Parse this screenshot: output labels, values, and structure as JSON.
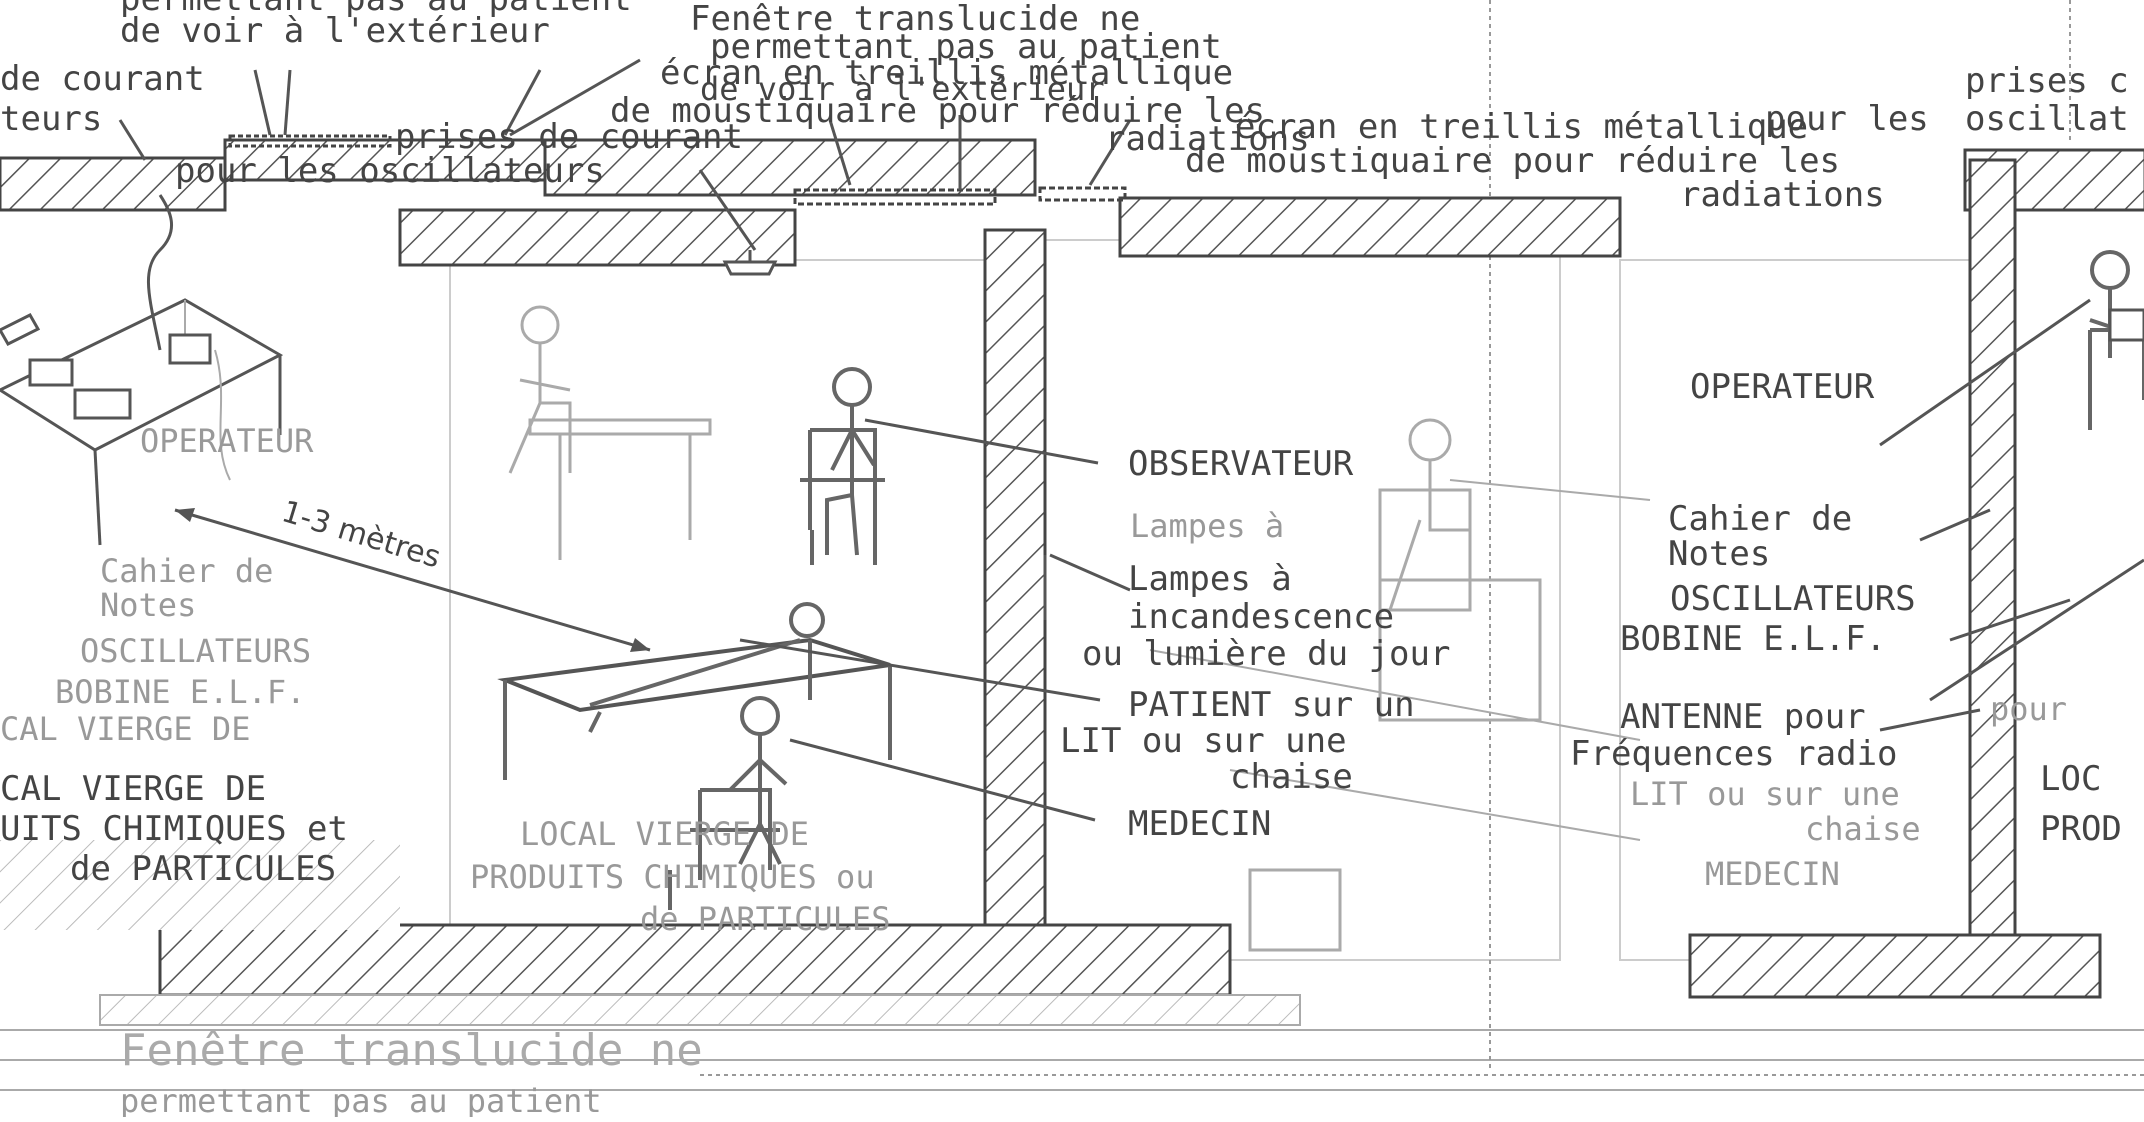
{
  "labels": {
    "top_window_1": "permettant pas au patient",
    "top_window_2": "de voir à l'extérieur",
    "top_window_title": "Fenêtre translucide ne",
    "top_window_mid_1": "permettant pas au patient",
    "top_window_mid_2": "de voir à l'extérieur",
    "screen_1": "écran en treillis métallique",
    "screen_2": "de moustiquaire pour réduire les",
    "screen_3": "radiations",
    "screen_right_1": "écran en treillis métallique",
    "screen_right_2": "de moustiquaire pour réduire les",
    "screen_right_3": "radiations",
    "outlets_left_1": "de courant",
    "outlets_left_2": "teurs",
    "outlets_mid_1": "prises de courant",
    "outlets_mid_2": "pour les oscillateurs",
    "outlets_right_1": "prises c",
    "outlets_right_2": "oscillat",
    "outlets_right_mid": "pour les",
    "operateur_left": "OPERATEUR",
    "operateur_right": "OPERATEUR",
    "observateur": "OBSERVATEUR",
    "lamps_1": "Lampes à",
    "lamps_2": "incandescence",
    "lamps_3": "ou lumière du jour",
    "patient_1": "PATIENT sur un",
    "patient_2": "LIT ou sur une",
    "patient_3": "chaise",
    "medecin": "MEDECIN",
    "distance": "1-3 mètres",
    "cahier_left_1": "Cahier de",
    "cahier_left_2": "Notes",
    "osc_left": "OSCILLATEURS",
    "bobine_left": "BOBINE E.L.F.",
    "local_left_ghost": "CAL VIERGE DE",
    "local_left_1": "CAL VIERGE DE",
    "local_left_2": "UITS CHIMIQUES et",
    "local_left_3": "de PARTICULES",
    "local_mid_1": "LOCAL VIERGE DE",
    "local_mid_2": "PRODUITS CHIMIQUES ou",
    "local_mid_3": "de PARTICULES",
    "cahier_right_1": "Cahier de",
    "cahier_right_2": "Notes",
    "osc_right": "OSCILLATEURS",
    "bobine_right": "BOBINE E.L.F.",
    "antenne_1": "ANTENNE pour",
    "antenne_2": "Fréquences radio",
    "lit_right_1": "LIT ou sur une",
    "lit_right_2": "chaise",
    "medecin_right": "MEDECIN",
    "local_right_1": "LOC",
    "local_right_2": "PROD",
    "pour_right": "pour",
    "bottom_window": "Fenêtre translucide ne",
    "bottom_window_2": "permettant pas au patient"
  },
  "colors": {
    "ink": "#444444",
    "ghost": "#9a9a9a",
    "paper": "#ffffff"
  }
}
